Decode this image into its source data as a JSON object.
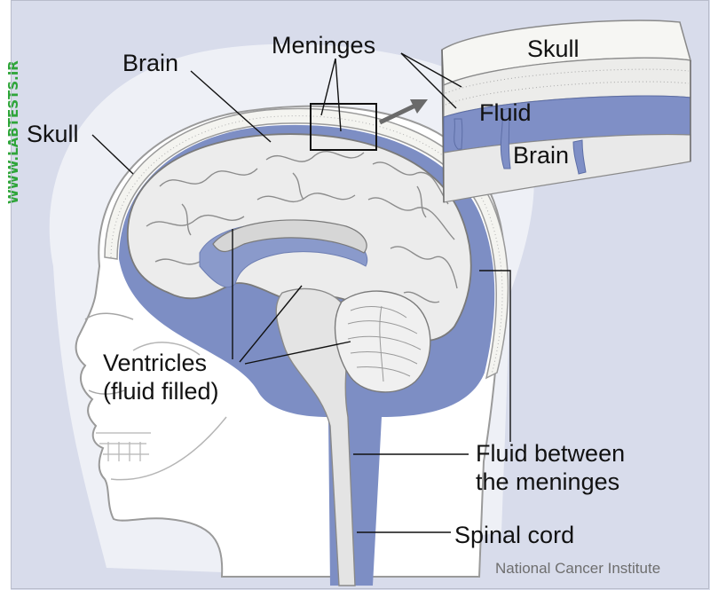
{
  "watermark": "WWW.LABTESTS.IR",
  "credit": "National Cancer Institute",
  "labels": {
    "brain": "Brain",
    "skull": "Skull",
    "meninges": "Meninges",
    "ventricles_line1": "Ventricles",
    "ventricles_line2": "(fluid filled)",
    "fluid_between_line1": "Fluid between",
    "fluid_between_line2": "the meninges",
    "spinal_cord": "Spinal cord"
  },
  "inset": {
    "skull": "Skull",
    "fluid": "Fluid",
    "brain": "Brain"
  },
  "colors": {
    "background": "#d8dceb",
    "fluid": "#7d8ec4",
    "brain": "#ececec",
    "skull": "#f1f1ee",
    "watermark": "#2fa53a"
  }
}
